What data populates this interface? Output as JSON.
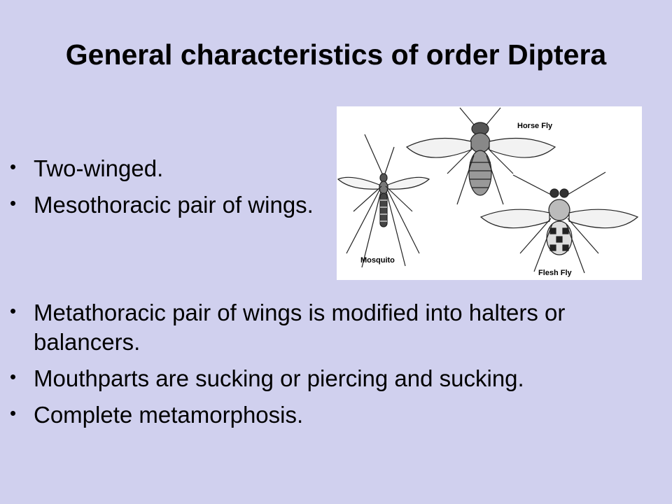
{
  "title": "General characteristics of order Diptera",
  "bullets_top": [
    {
      "text": "Two-winged."
    },
    {
      "text": "Mesothoracic pair of wings."
    }
  ],
  "bullets_bottom": [
    {
      "text": "Metathoracic pair of wings is modified into halters or balancers."
    },
    {
      "text": "Mouthparts are sucking or piercing and sucking."
    },
    {
      "text": "Complete metamorphosis."
    }
  ],
  "figure": {
    "labels": {
      "horse_fly": "Horse Fly",
      "mosquito": "Mosquito",
      "flesh_fly": "Flesh Fly"
    }
  },
  "colors": {
    "background": "#d0d0ee",
    "text": "#000000",
    "figure_background": "#ffffff"
  }
}
